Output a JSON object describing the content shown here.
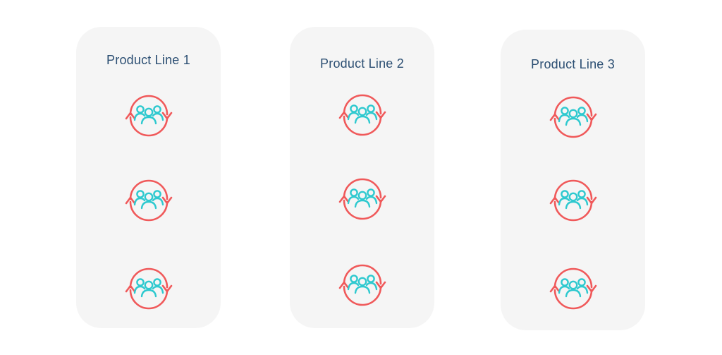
{
  "colors": {
    "lane_background": "#f5f5f5",
    "title_text": "#2c4f73",
    "cycle_arrow": "#f0595a",
    "team_icon": "#2ec9cf"
  },
  "lanes": [
    {
      "title": "Product Line 1",
      "teams": [
        "team-cycle-icon",
        "team-cycle-icon",
        "team-cycle-icon"
      ]
    },
    {
      "title": "Product Line 2",
      "teams": [
        "team-cycle-icon",
        "team-cycle-icon",
        "team-cycle-icon"
      ]
    },
    {
      "title": "Product Line 3",
      "teams": [
        "team-cycle-icon",
        "team-cycle-icon",
        "team-cycle-icon"
      ]
    }
  ]
}
